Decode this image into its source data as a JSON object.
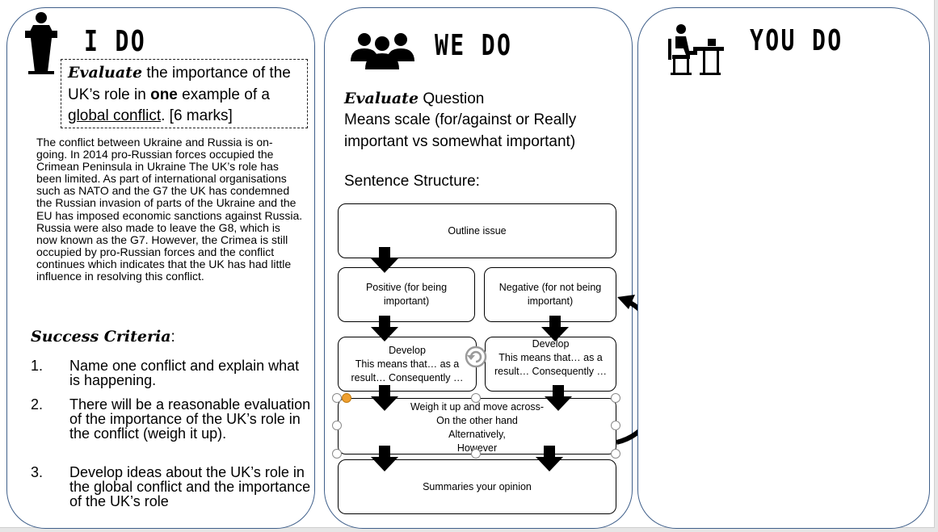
{
  "panels": {
    "i_do": {
      "title": "I DO",
      "task": {
        "evaluate": "Evaluate",
        "part1": " the importance of the UK’s role in ",
        "one": "one",
        "part2": " example of a ",
        "global_conflict": "global conflict",
        "part3": ". [6 marks]"
      },
      "body": "The conflict between Ukraine and Russia is on-going. In 2014 pro-Russian forces occupied the Crimean Peninsula in Ukraine The UK’s role has been limited. As part of international organisations such as NATO and the G7 the UK has condemned the Russian invasion of parts of the Ukraine and the EU has imposed economic sanctions against Russia. Russia were also made to leave the G8, which is now known as the G7. However, the Crimea is still occupied by pro-Russian forces and the conflict continues which indicates that the UK has had little influence in resolving this conflict.",
      "criteria_heading": "Success Criteria",
      "criteria_colon": ":",
      "criteria": [
        {
          "num": "1.",
          "text": "Name one conflict and explain what is happening."
        },
        {
          "num": "2.",
          "text": "There will be a reasonable evaluation of the importance of the UK’s role in the conflict (weigh it up)."
        },
        {
          "num": "3.",
          "text": "Develop ideas about the UK’s role in the global conflict and the importance of the UK’s role"
        }
      ]
    },
    "we_do": {
      "title": "WE DO",
      "evaluate": "Evaluate",
      "question": " Question",
      "means_scale": "Means scale (for/against or Really important vs somewhat important)",
      "sentence_structure": "Sentence Structure:",
      "flow": {
        "outline": "Outline issue",
        "positive": "Positive  (for being important)",
        "negative": "Negative  (for not being important)",
        "develop_left_title": "Develop",
        "develop_left_body": "This means that… as a result… Consequently …",
        "develop_right_title": "Develop",
        "develop_right_body": "This means that… as a result… Consequently …",
        "weigh_lines": [
          "Weigh it up and move across-",
          "On the other hand",
          "Alternatively,",
          "However"
        ],
        "summary": "Summaries your opinion"
      }
    },
    "you_do": {
      "title": "YOU DO"
    }
  },
  "icons": {
    "i_do": "lectern-speaker-icon",
    "we_do": "group-people-icon",
    "you_do": "person-at-desk-icon",
    "rotate": "rotate-handle-icon"
  },
  "colors": {
    "panel_border": "#3f5f8a",
    "selection_handle_active": "#f0a030"
  }
}
